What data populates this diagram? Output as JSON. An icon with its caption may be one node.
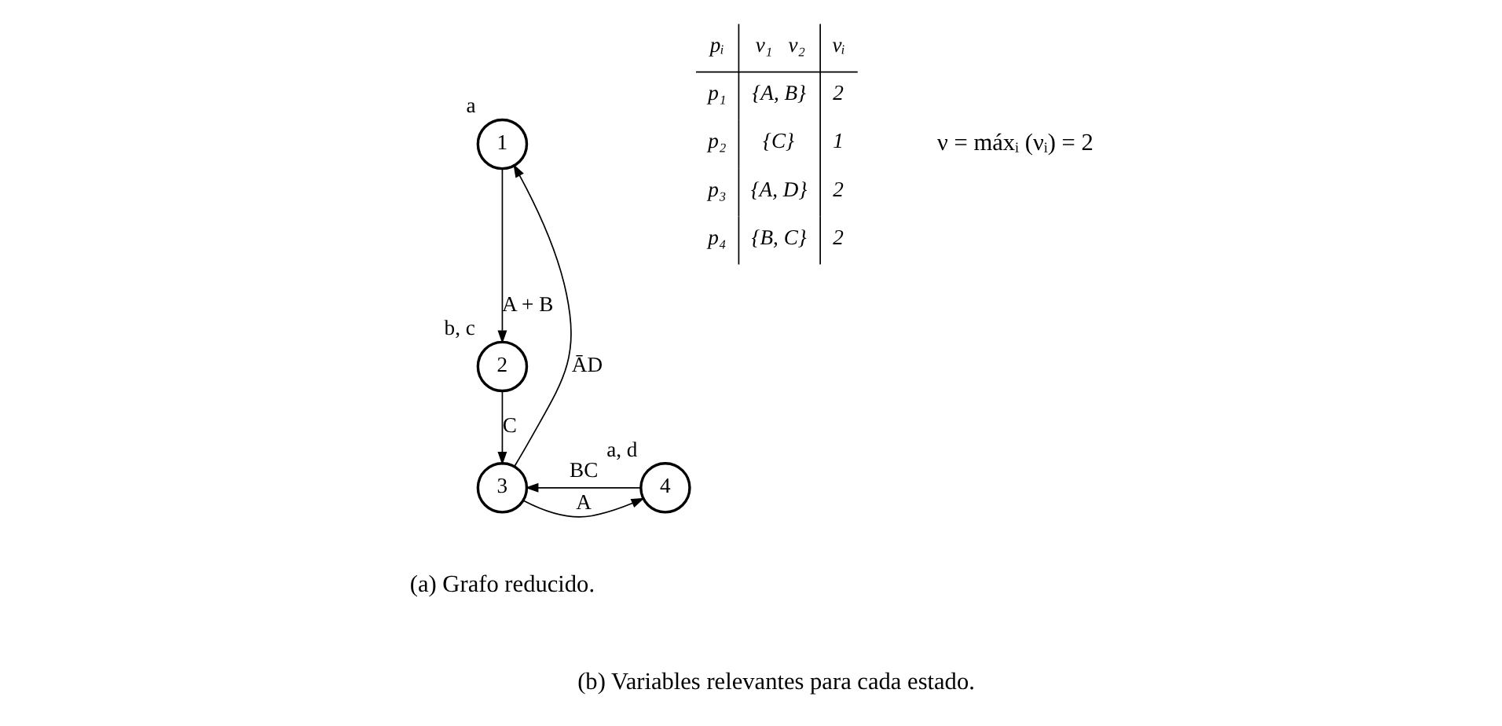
{
  "diagram": {
    "nodes": [
      {
        "text": [
          "1"
        ],
        "beside": [
          "a"
        ]
      },
      {
        "text": [
          "2"
        ],
        "beside": [
          "b, c"
        ]
      },
      {
        "text": [
          "3"
        ]
      },
      {
        "text": [
          "4"
        ],
        "beside": [
          "a, d"
        ]
      }
    ],
    "edges": [
      {
        "from": 0,
        "to": 1,
        "arrow": "to",
        "label": "A + B"
      },
      {
        "from": 1,
        "to": 2,
        "arrow": "to",
        "label": "C"
      },
      {
        "from": 3,
        "to": 2,
        "arrow": "to",
        "label": "BC"
      },
      {
        "from": 2,
        "to": 3,
        "arrow": "to",
        "label": "A"
      },
      {
        "from": 2,
        "to": 0,
        "arrow": "to",
        "label": "ĀD"
      }
    ],
    "labels": [
      "(a) Grafo reducido.",
      "pᵢ",
      "v₁   v₂",
      "νᵢ",
      "p₁",
      "{A, B}",
      "2",
      "p₂",
      "{C}",
      "1",
      "p₃",
      "{A, D}",
      "2",
      "p₄",
      "{B, C}",
      "2",
      "ν = máxᵢ (νᵢ) = 2",
      "(b) Variables relevantes para cada estado."
    ]
  }
}
